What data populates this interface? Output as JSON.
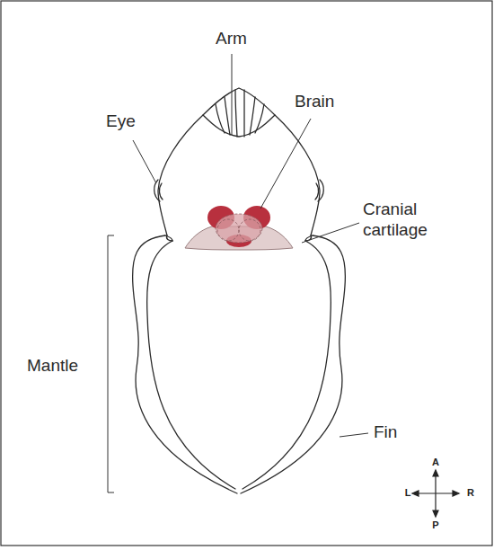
{
  "diagram": {
    "labels": [
      "Arm",
      "Eye",
      "Brain",
      "Cranial cartilage",
      "Mantle",
      "Fin",
      "A",
      "L",
      "R",
      "P"
    ]
  }
}
